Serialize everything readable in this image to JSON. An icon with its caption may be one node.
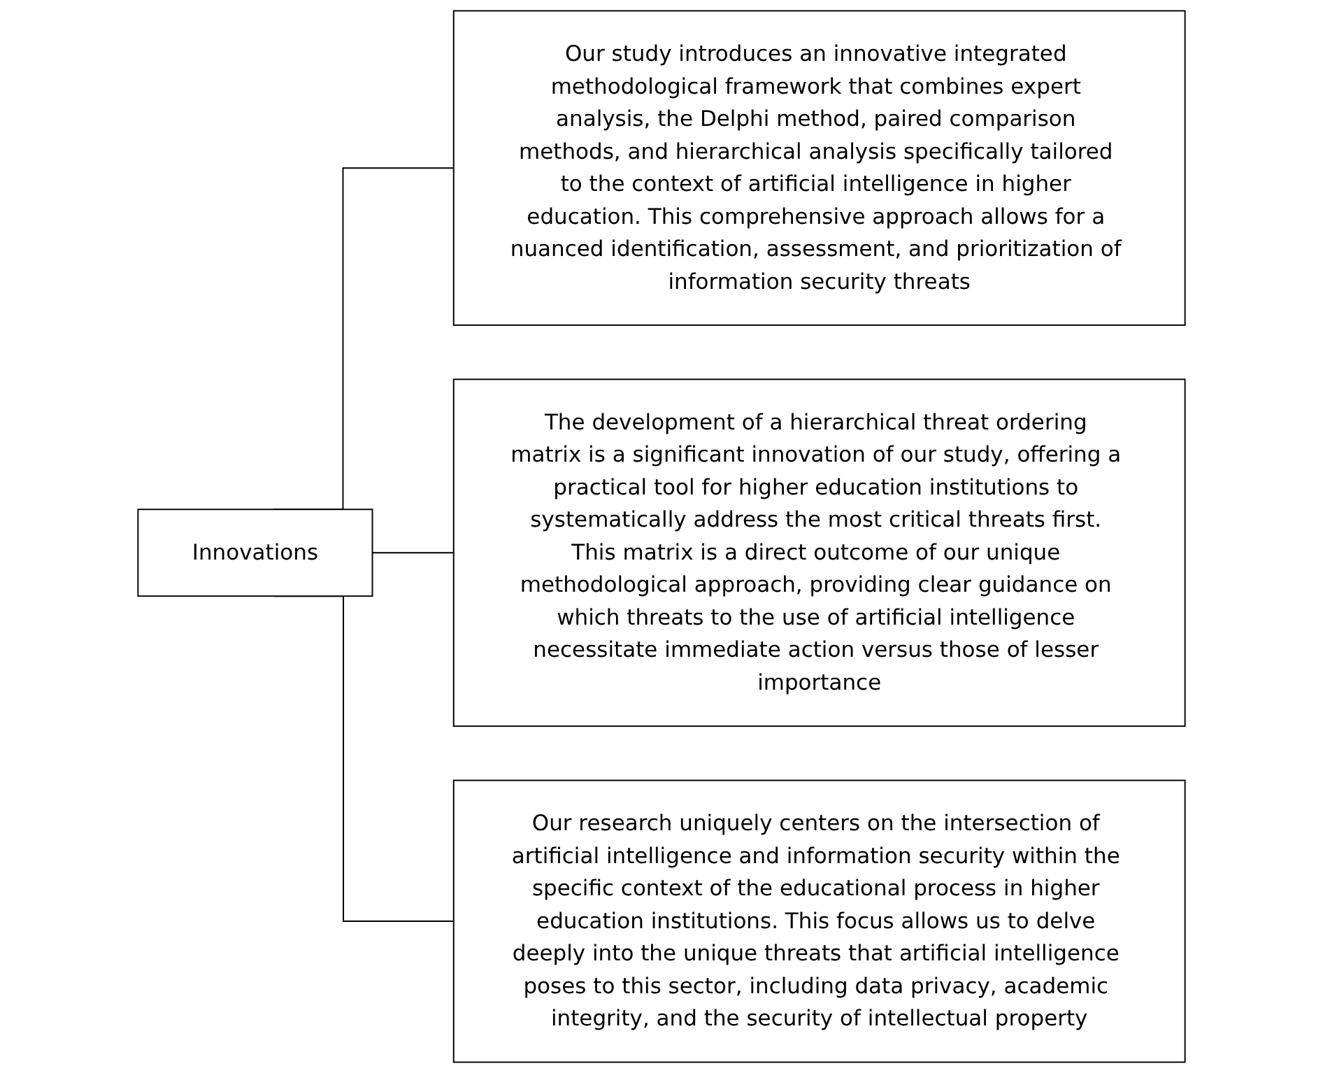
{
  "diagram": {
    "nodes": [
      {
        "text": [
          "Innovations"
        ]
      },
      {
        "text": [
          "Our study introduces an innovative integrated methodological framework that combines expert analysis, the Delphi method, paired comparison methods, and hierarchical analysis specifically tailored to the context of artificial intelligence in higher education. This comprehensive approach allows for a nuanced identification, assessment, and prioritization of information security threats"
        ]
      },
      {
        "text": [
          "The development of a hierarchical threat ordering matrix is a significant innovation of our study, offering a practical tool for higher education institutions to systematically address the most critical threats first. This matrix is a direct outcome of our unique methodological approach, providing clear guidance on which threats to the use of artificial intelligence necessitate immediate action versus those of lesser importance"
        ]
      },
      {
        "text": [
          "Our research uniquely centers on the intersection of artificial intelligence and information security within the specific context of the educational process in higher education institutions. This focus allows us to delve deeply into the unique threats that artificial intelligence poses to this sector, including data privacy, academic integrity, and the security of intellectual property"
        ]
      }
    ],
    "edges": [
      {
        "from": 0,
        "to": 1,
        "arrow": "none"
      },
      {
        "from": 0,
        "to": 2,
        "arrow": "none"
      },
      {
        "from": 0,
        "to": 3,
        "arrow": "none"
      }
    ]
  }
}
